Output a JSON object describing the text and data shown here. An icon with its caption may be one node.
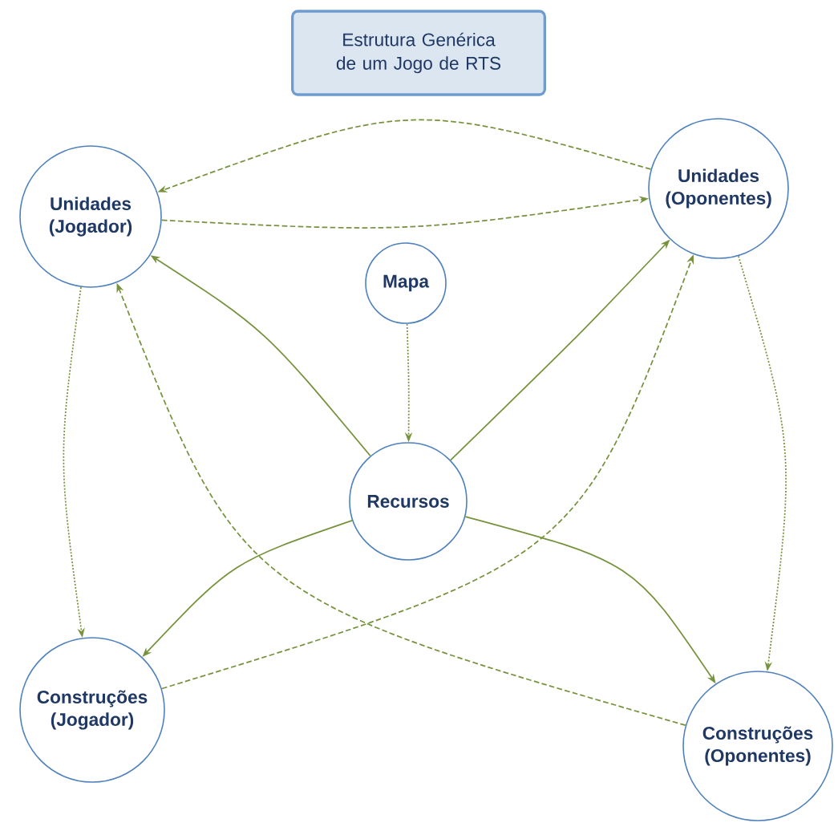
{
  "diagram": {
    "title": "Estrutura Genérica de um Jogo de RTS",
    "nodes": [
      {
        "text": [
          "Unidades (Jogador)"
        ]
      },
      {
        "text": [
          "Unidades (Oponentes)"
        ]
      },
      {
        "text": [
          "Mapa"
        ]
      },
      {
        "text": [
          "Recursos"
        ]
      },
      {
        "text": [
          "Construções (Jogador)"
        ]
      },
      {
        "text": [
          "Construções (Oponentes)"
        ]
      }
    ],
    "edges": [
      {
        "from": 1,
        "to": 0,
        "arrow": "to",
        "style": "dashed"
      },
      {
        "from": 0,
        "to": 1,
        "arrow": "to",
        "style": "dashed"
      },
      {
        "from": 0,
        "to": 4,
        "arrow": "to",
        "style": "dashed"
      },
      {
        "from": 1,
        "to": 5,
        "arrow": "to",
        "style": "dashed"
      },
      {
        "from": 2,
        "to": 3,
        "arrow": "to",
        "style": "dashed"
      },
      {
        "from": 3,
        "to": 0,
        "arrow": "to"
      },
      {
        "from": 3,
        "to": 1,
        "arrow": "to"
      },
      {
        "from": 3,
        "to": 4,
        "arrow": "to"
      },
      {
        "from": 3,
        "to": 5,
        "arrow": "to"
      },
      {
        "from": 4,
        "to": 1,
        "arrow": "to",
        "style": "dashed"
      },
      {
        "from": 5,
        "to": 0,
        "arrow": "to",
        "style": "dashed"
      }
    ]
  }
}
